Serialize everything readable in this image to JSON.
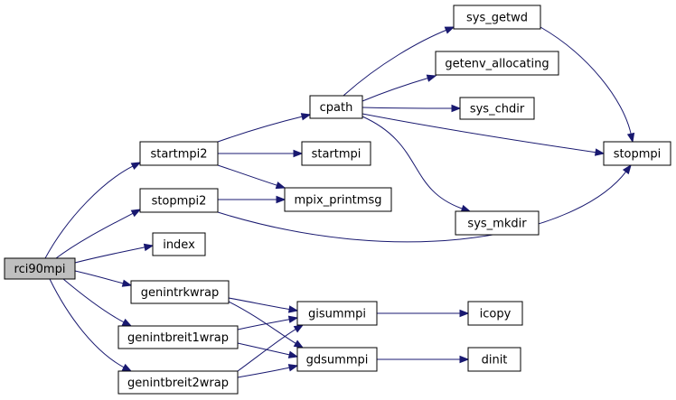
{
  "graph": {
    "edge_color": "#191970",
    "root_fill": "#bfbfbf",
    "nodes": [
      {
        "id": "rci90mpi",
        "label": "rci90mpi",
        "root": true
      },
      {
        "id": "startmpi2",
        "label": "startmpi2"
      },
      {
        "id": "stopmpi2",
        "label": "stopmpi2"
      },
      {
        "id": "index",
        "label": "index"
      },
      {
        "id": "genintrkwrap",
        "label": "genintrkwrap"
      },
      {
        "id": "genintbreit1wrap",
        "label": "genintbreit1wrap"
      },
      {
        "id": "genintbreit2wrap",
        "label": "genintbreit2wrap"
      },
      {
        "id": "cpath",
        "label": "cpath"
      },
      {
        "id": "startmpi",
        "label": "startmpi"
      },
      {
        "id": "mpix_printmsg",
        "label": "mpix_printmsg"
      },
      {
        "id": "gisummpi",
        "label": "gisummpi"
      },
      {
        "id": "gdsummpi",
        "label": "gdsummpi"
      },
      {
        "id": "sys_getwd",
        "label": "sys_getwd"
      },
      {
        "id": "getenv_allocating",
        "label": "getenv_allocating"
      },
      {
        "id": "sys_chdir",
        "label": "sys_chdir"
      },
      {
        "id": "sys_mkdir",
        "label": "sys_mkdir"
      },
      {
        "id": "stopmpi",
        "label": "stopmpi"
      },
      {
        "id": "icopy",
        "label": "icopy"
      },
      {
        "id": "dinit",
        "label": "dinit"
      }
    ],
    "edges": [
      {
        "from": "rci90mpi",
        "to": "startmpi2"
      },
      {
        "from": "rci90mpi",
        "to": "stopmpi2"
      },
      {
        "from": "rci90mpi",
        "to": "index"
      },
      {
        "from": "rci90mpi",
        "to": "genintrkwrap"
      },
      {
        "from": "rci90mpi",
        "to": "genintbreit1wrap"
      },
      {
        "from": "rci90mpi",
        "to": "genintbreit2wrap"
      },
      {
        "from": "startmpi2",
        "to": "cpath"
      },
      {
        "from": "startmpi2",
        "to": "startmpi"
      },
      {
        "from": "startmpi2",
        "to": "mpix_printmsg"
      },
      {
        "from": "stopmpi2",
        "to": "mpix_printmsg"
      },
      {
        "from": "stopmpi2",
        "to": "stopmpi"
      },
      {
        "from": "cpath",
        "to": "sys_getwd"
      },
      {
        "from": "cpath",
        "to": "getenv_allocating"
      },
      {
        "from": "cpath",
        "to": "sys_chdir"
      },
      {
        "from": "cpath",
        "to": "stopmpi"
      },
      {
        "from": "cpath",
        "to": "sys_mkdir"
      },
      {
        "from": "sys_getwd",
        "to": "stopmpi"
      },
      {
        "from": "genintrkwrap",
        "to": "gisummpi"
      },
      {
        "from": "genintrkwrap",
        "to": "gdsummpi"
      },
      {
        "from": "genintbreit1wrap",
        "to": "gisummpi"
      },
      {
        "from": "genintbreit1wrap",
        "to": "gdsummpi"
      },
      {
        "from": "genintbreit2wrap",
        "to": "gisummpi"
      },
      {
        "from": "genintbreit2wrap",
        "to": "gdsummpi"
      },
      {
        "from": "gisummpi",
        "to": "icopy"
      },
      {
        "from": "gdsummpi",
        "to": "dinit"
      }
    ]
  }
}
